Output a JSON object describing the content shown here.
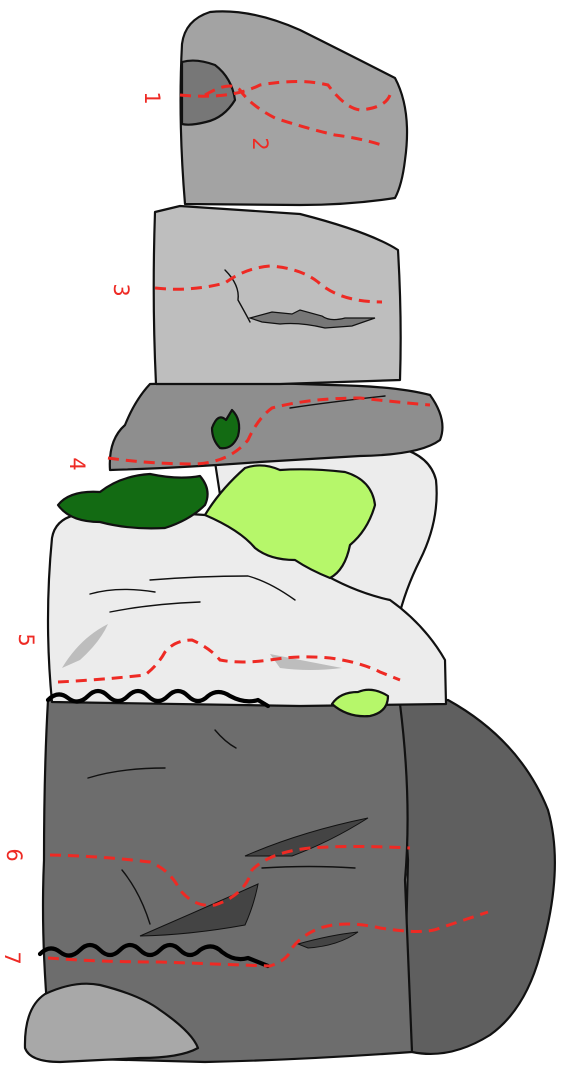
{
  "colors": {
    "rock_dark": "#5f5f5f",
    "rock_mid": "#9a9a9a",
    "rock_light": "#bebebe",
    "rock_pale": "#ececec",
    "moss_dark": "#136b13",
    "moss_light": "#b6f76a",
    "route_line": "#ee2a24",
    "overhang_line": "#000000"
  },
  "routes": [
    {
      "number": "1"
    },
    {
      "number": "2"
    },
    {
      "number": "3"
    },
    {
      "number": "4"
    },
    {
      "number": "5"
    },
    {
      "number": "6"
    },
    {
      "number": "7"
    }
  ]
}
